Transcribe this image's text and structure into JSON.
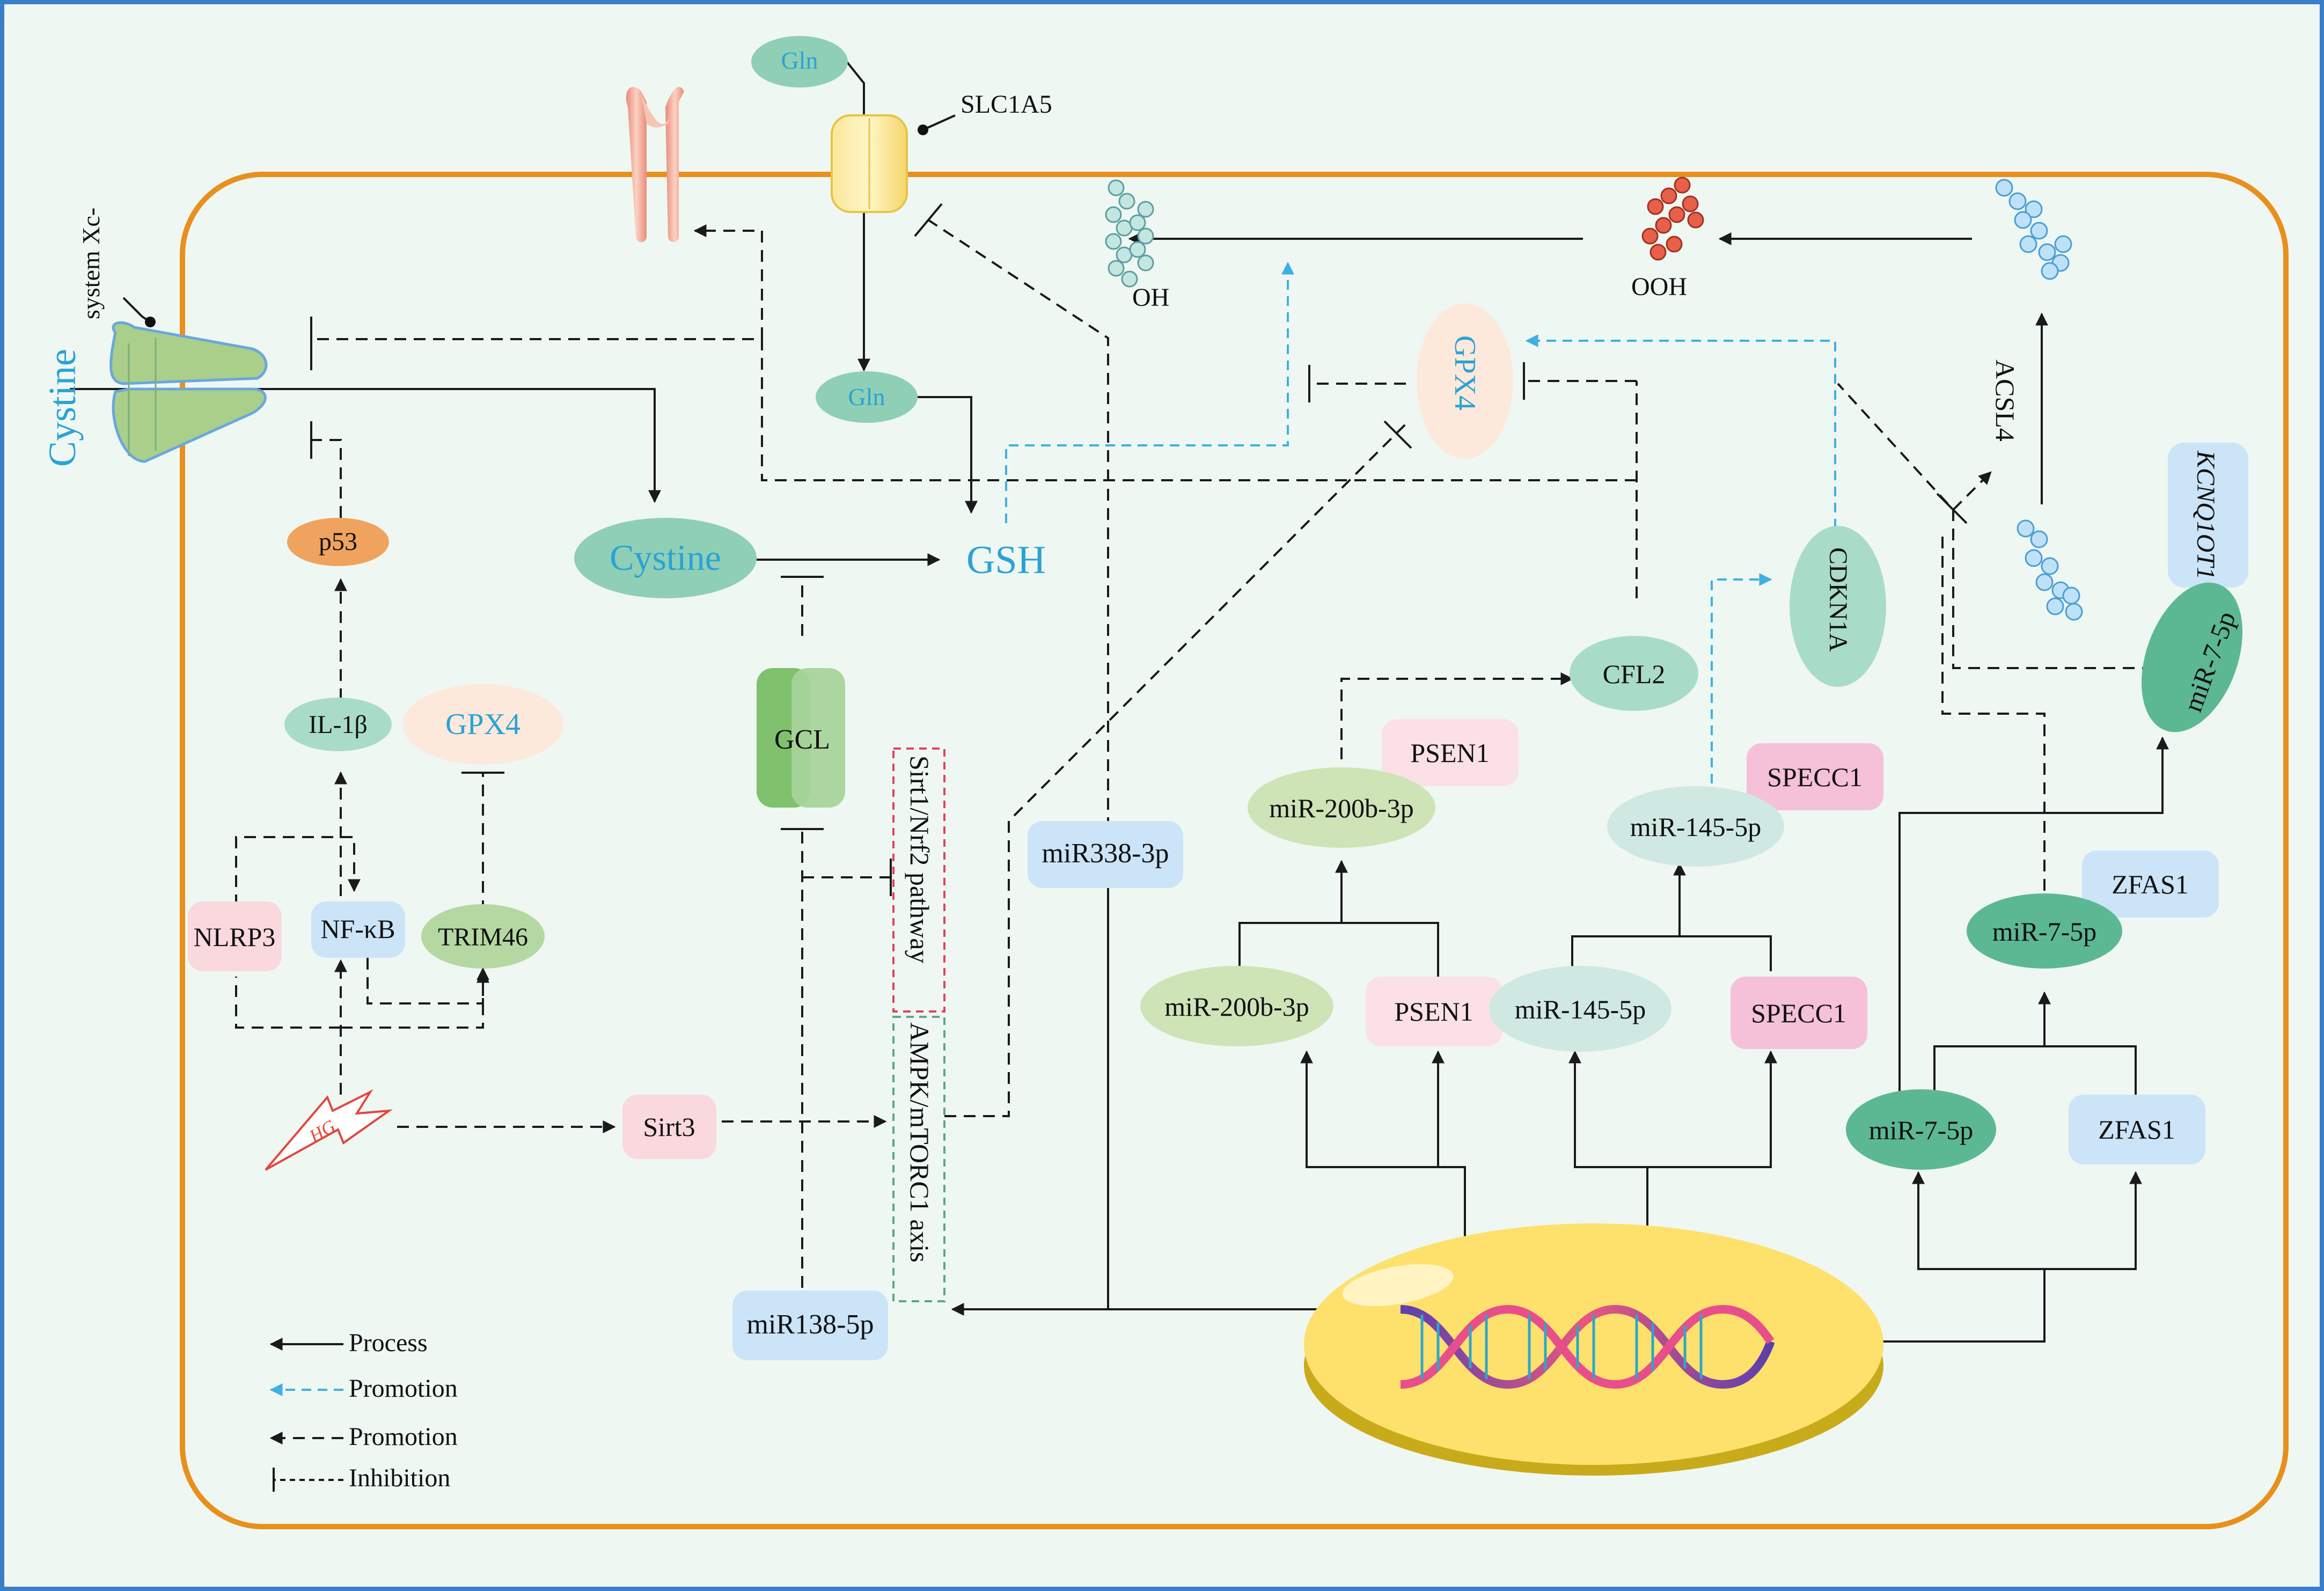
{
  "labels": {
    "gln_top": "Gln",
    "slc1a5": "SLC1A5",
    "gln_mid": "Gln",
    "system_xc": "system Xc-",
    "cystine_side": "Cystine",
    "cystine_center": "Cystine",
    "gsh": "GSH",
    "p53": "p53",
    "il1b": "IL-1β",
    "gpx4_left": "GPX4",
    "gpx4_top": "GPX4",
    "nlrp3": "NLRP3",
    "nfkb": "NF-κB",
    "trim46": "TRIM46",
    "hg": "HG",
    "sirt3": "Sirt3",
    "gcl": "GCL",
    "sirt1_nrf2": "Sirt1/Nrf2 pathway",
    "ampk": "AMPK/mTORC1 axis",
    "mir338": "miR338-3p",
    "mir138": "miR138-5p",
    "oh": "OH",
    "ooh": "OOH",
    "acsl4": "ACSL4",
    "kcnq1ot1": "KCNQ1OT1",
    "mir7_5p_top": "miR-7-5p",
    "cfl2": "CFL2",
    "cdkn1a": "CDKN1A",
    "psen1_top": "PSEN1",
    "mir200_top": "miR-200b-3p",
    "specc1_top": "SPECC1",
    "mir145_top": "miR-145-5p",
    "zfas1_mid": "ZFAS1",
    "mir7_5p_mid": "miR-7-5p",
    "mir200_bottom": "miR-200b-3p",
    "psen1_bottom": "PSEN1",
    "mir145_bottom": "miR-145-5p",
    "specc1_bottom": "SPECC1",
    "mir7_5p_bottom": "miR-7-5p",
    "zfas1_bottom": "ZFAS1"
  },
  "legend": {
    "process": "Process",
    "promotion_blue": "Promotion",
    "promotion_black": "Promotion",
    "inhibition": "Inhibition"
  },
  "colors": {
    "frame_border": "#3a7dc9",
    "frame_fill": "#eff7f2",
    "cell_border": "#e8901d",
    "gpx4_text": "#29a3d6",
    "promotion_blue": "#3fb0e3",
    "nucleus": "#fde16c"
  }
}
